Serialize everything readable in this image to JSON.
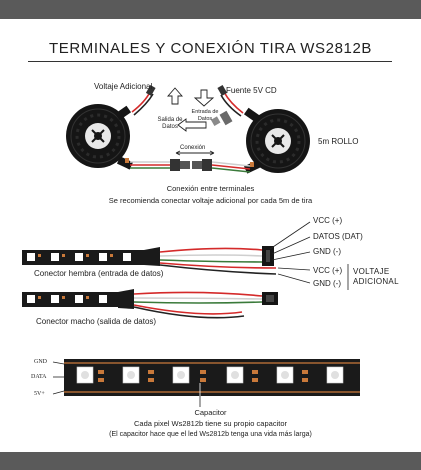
{
  "header": {
    "title": "TERMINALES Y CONEXIÓN TIRA WS2812B"
  },
  "top_diagram": {
    "voltaje_adicional": "Voltaje Adicional",
    "fuente": "Fuente 5V CD",
    "salida_datos_line1": "Salida de",
    "salida_datos_line2": "Datos",
    "entrada_datos_line1": "Entrada de",
    "entrada_datos_line2": "Datos",
    "conexion": "Conexión",
    "rollo": "5m ROLLO",
    "caption_line1": "Conexión entre terminales",
    "caption_line2": "Se recomienda conectar voltaje adicional por cada 5m de tira"
  },
  "middle_diagram": {
    "vcc_top": "VCC (+)",
    "datos": "DATOS (DAT)",
    "gnd_top": "GND (-)",
    "vcc_bottom": "VCC (+)",
    "gnd_bottom": "GND (-)",
    "voltaje_line1": "VOLTAJE",
    "voltaje_line2": "ADICIONAL",
    "conector_hembra": "Conector hembra (entrada de datos)",
    "conector_macho": "Conector macho (salida de datos)"
  },
  "bottom_diagram": {
    "gnd": "GND",
    "data": "DATA",
    "v5": "5V+",
    "capacitor": "Capacitor",
    "caption_line1": "Cada pixel Ws2812b tiene su propio capacitor",
    "caption_line2": "(El capacitor hace que el led Ws2812b tenga una vida más larga)"
  },
  "colors": {
    "wire_red": "#d42a2a",
    "wire_white": "#cfcfcf",
    "wire_green": "#3a7a3a",
    "strip": "#1a1a1a",
    "led_white": "#ffffff",
    "copper": "#c9793a",
    "top_bar": "#5a5a5a"
  }
}
